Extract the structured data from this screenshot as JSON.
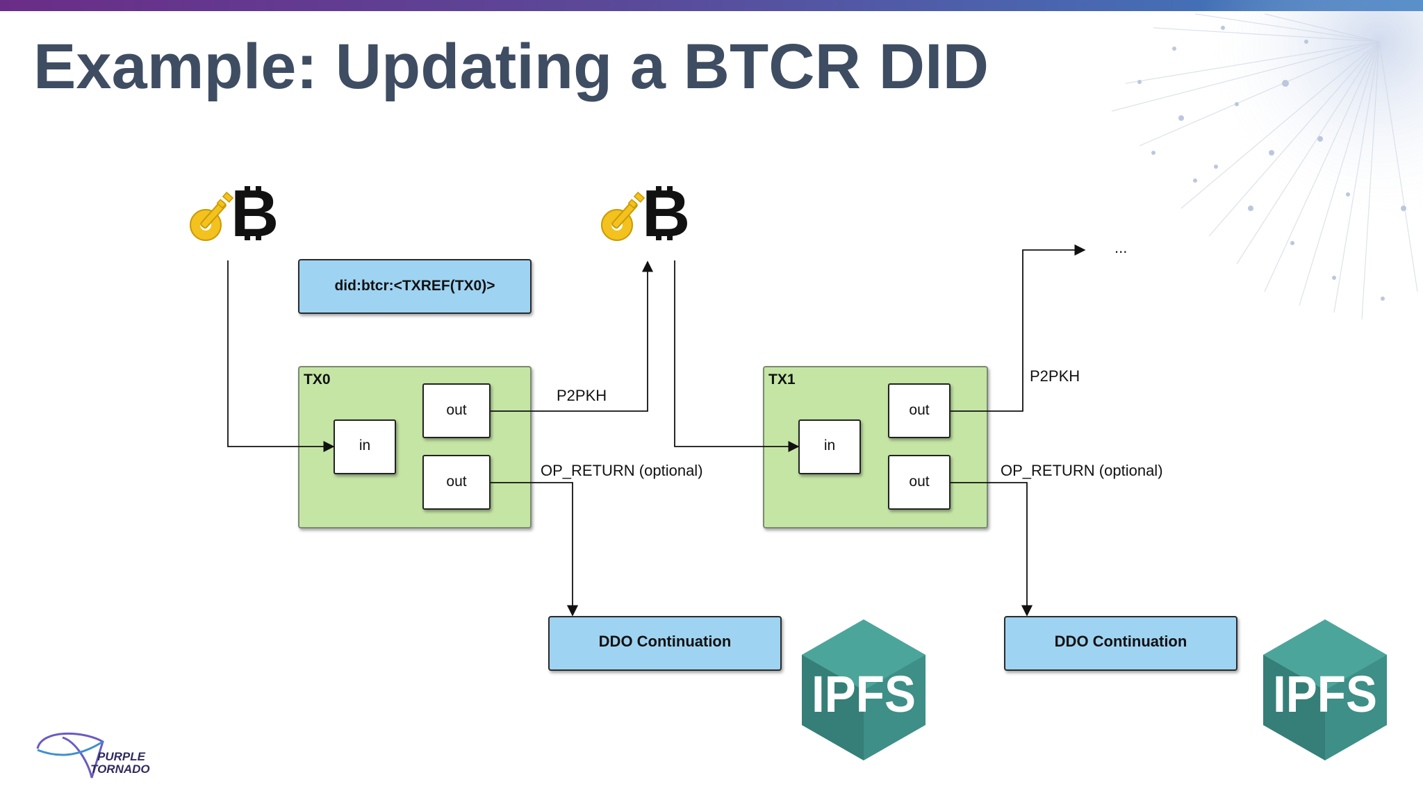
{
  "slide": {
    "title": "Example: Updating a BTCR DID"
  },
  "diagram": {
    "did_box": "did:btcr:<TXREF(TX0)>",
    "tx0": {
      "label": "TX0",
      "in": "in",
      "out_top": "out",
      "out_bottom": "out"
    },
    "tx1": {
      "label": "TX1",
      "in": "in",
      "out_top": "out",
      "out_bottom": "out"
    },
    "p2pkh_1": "P2PKH",
    "p2pkh_2": "P2PKH",
    "op_return_1": "OP_RETURN (optional)",
    "op_return_2": "OP_RETURN (optional)",
    "ddo_1": "DDO Continuation",
    "ddo_2": "DDO Continuation",
    "ellipsis": "...",
    "ipfs_1": "IPFS",
    "ipfs_2": "IPFS",
    "bitcoin_symbol_1": "B",
    "bitcoin_symbol_2": "B"
  },
  "logo": {
    "line1": "PURPLE",
    "line2": "TORNADO"
  },
  "colors": {
    "title": "#3f4d63",
    "tx_box": "#c5e5a5",
    "blue_box": "#9fd3f2",
    "ipfs_hex": "#3d8f87",
    "key": "#f3c21f"
  }
}
